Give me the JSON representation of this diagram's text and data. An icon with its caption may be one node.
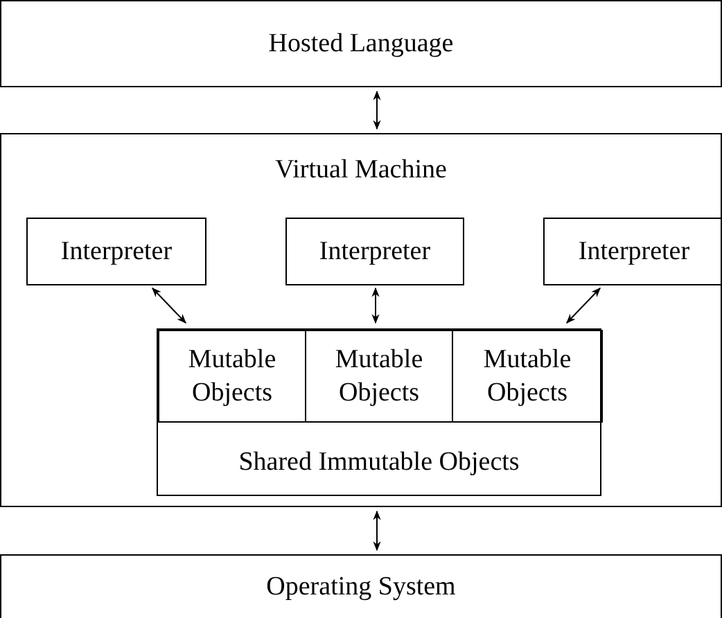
{
  "diagram": {
    "nodes": [
      {
        "text": [
          "Hosted Language"
        ]
      },
      {
        "text": [
          "Virtual Machine"
        ]
      },
      {
        "text": [
          "Interpreter"
        ],
        "in": 1
      },
      {
        "text": [
          "Interpreter"
        ],
        "in": 1
      },
      {
        "text": [
          "Interpreter"
        ],
        "in": 1
      },
      {
        "text": [
          "Shared Immutable Objects"
        ],
        "in": 1
      },
      {
        "text": [
          "Mutable Objects"
        ],
        "in": 5
      },
      {
        "text": [
          "Mutable Objects"
        ],
        "in": 5
      },
      {
        "text": [
          "Mutable Objects"
        ],
        "in": 5
      },
      {
        "text": [
          "Operating System"
        ]
      }
    ],
    "edges": [
      {
        "from": 0,
        "to": 1,
        "arrow": "both"
      },
      {
        "from": 2,
        "to": 6,
        "arrow": "both"
      },
      {
        "from": 3,
        "to": 7,
        "arrow": "both"
      },
      {
        "from": 4,
        "to": 8,
        "arrow": "both"
      },
      {
        "from": 1,
        "to": 9,
        "arrow": "both"
      }
    ]
  }
}
